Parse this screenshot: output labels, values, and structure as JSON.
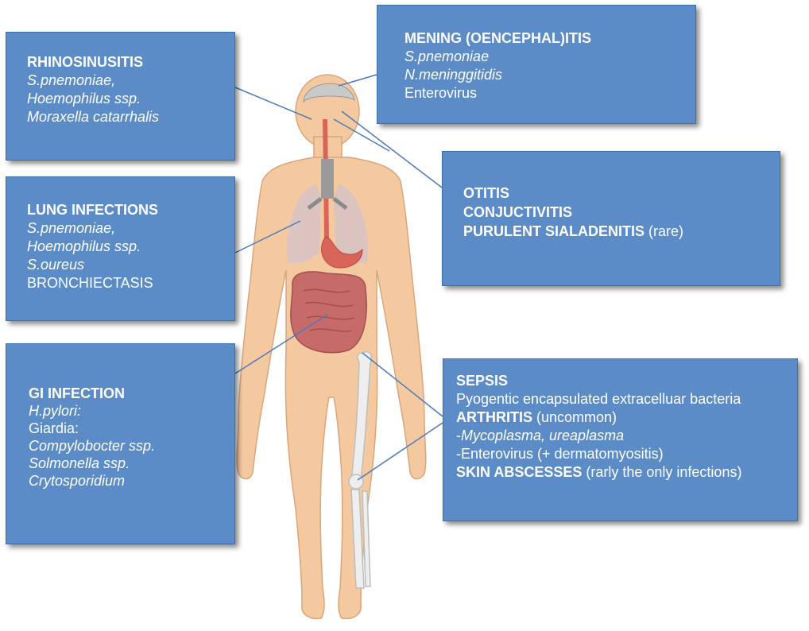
{
  "rhinosinusitis": {
    "title": "RHINOSINUSITIS",
    "lines": [
      "S.pnemoniae,",
      "Hoemophilus ssp.",
      "Moraxella catarrhalis"
    ]
  },
  "meningitis": {
    "title": "MENING (OENCEPHAL)ITIS",
    "italic_lines": [
      "S.pnemoniae",
      "N.meninggitidis"
    ],
    "plain_line": "Enterovirus"
  },
  "lung": {
    "title": "LUNG INFECTIONS",
    "italic_lines": [
      "S.pnemoniae,",
      "Hoemophilus ssp.",
      "S.oureus"
    ],
    "plain_line": "BRONCHIECTASIS"
  },
  "otitis": {
    "line1": "OTITIS",
    "line2": "CONJUCTIVITIS",
    "line3_bold": "PURULENT SIALADENITIS",
    "line3_note": " (rare)"
  },
  "gi": {
    "title": "GI INFECTION",
    "l1": "H.pylori:",
    "l2": "Giardia:",
    "l3": "Compylobocter ssp.",
    "l4": "Solmonella ssp.",
    "l5": "Crytosporidium"
  },
  "sepsis": {
    "title": "SEPSIS",
    "desc": "Pyogentic encapsulated extracelluar bacteria",
    "arthritis_bold": "ARTHRITIS",
    "arthritis_note": " (uncommon)",
    "myco_prefix": "-",
    "myco_italic": "Mycoplasma, ureaplasma",
    "entero": "-Enterovirus (+ dermatomyositis)",
    "skin_bold": "SKIN ABSCESSES",
    "skin_note": " (rarly the only infections)"
  },
  "colors": {
    "box": "#5b8cc8",
    "skin": "#f5c9a0",
    "skin_outline": "#d9a57c",
    "organ_red": "#d9655a",
    "lung": "#d7c3c6",
    "bone": "#eeeeee",
    "connector": "#4a7bbd"
  }
}
